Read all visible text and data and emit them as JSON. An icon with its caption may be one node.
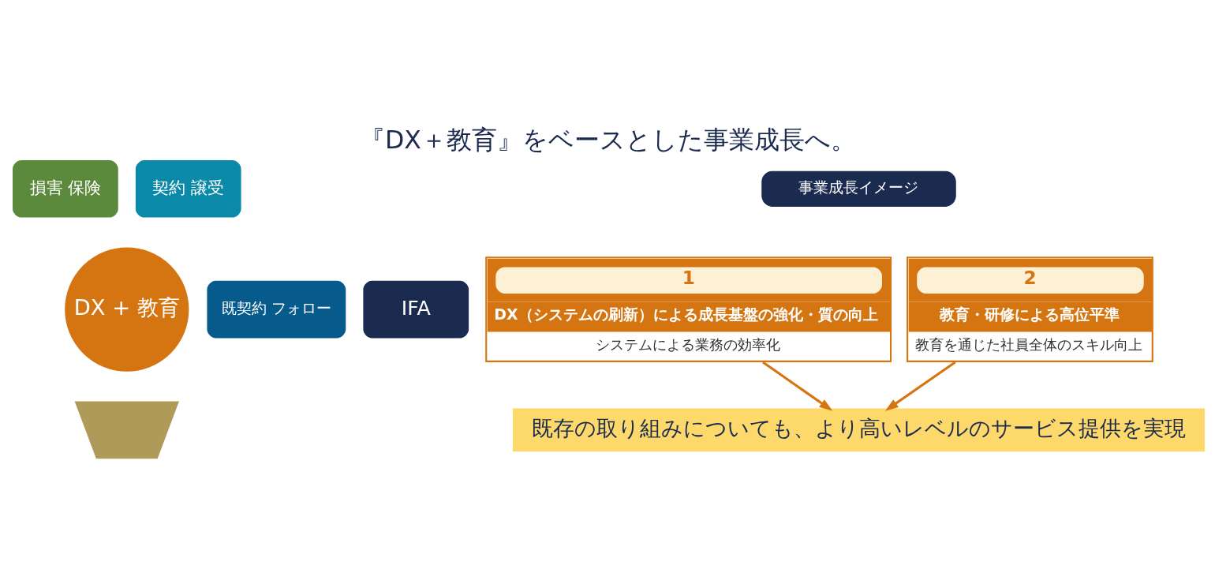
{
  "diagram": {
    "title": "『DX＋教育』をベースとした事業成長へ。",
    "nodes": [
      {
        "text": [
          "損害 保険"
        ]
      },
      {
        "text": [
          "契約 譲受"
        ]
      },
      {
        "text": [
          "DX + 教育"
        ]
      },
      {
        "text": [
          "IFA"
        ]
      },
      {
        "text": [
          "既契約 フォロー"
        ]
      },
      {
        "text": [],
        "shape": "wedge"
      },
      {
        "text": [
          "事業成長イメージ"
        ]
      },
      {
        "text": [
          "1",
          "DX（システムの刷新）による成長基盤の強化・質の向上",
          "システムによる業務の効率化"
        ]
      },
      {
        "text": [
          "2",
          "教育・研修による高位平準",
          "教育を通じた社員全体のスキル向上"
        ]
      },
      {
        "text": [
          "既存の取り組みについても、より高いレベルのサービス提供を実現"
        ]
      }
    ],
    "edges": [
      {
        "from": 7,
        "to": 9,
        "arrow": "to"
      },
      {
        "from": 8,
        "to": 9,
        "arrow": "to"
      }
    ]
  }
}
